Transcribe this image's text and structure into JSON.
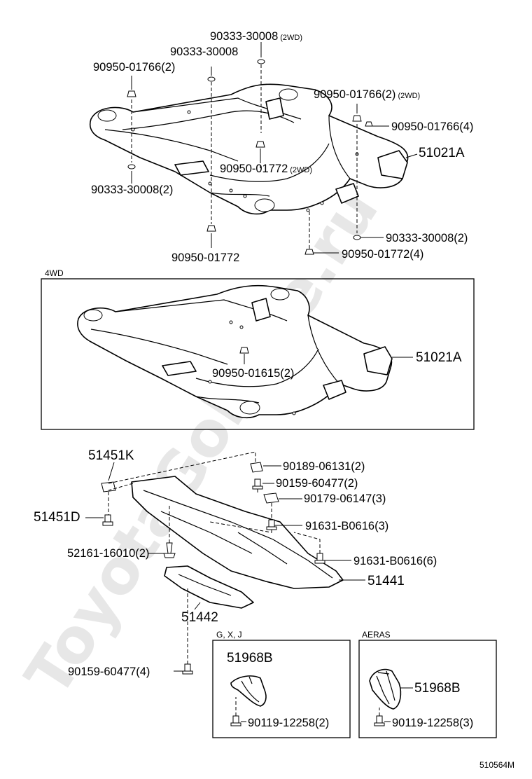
{
  "watermark": "ToyotaGoMine.ru",
  "top_section": {
    "labels": {
      "l1": {
        "part": "90333-30008",
        "note": "(2WD)"
      },
      "l2": {
        "part": "90333-30008",
        "note": ""
      },
      "l3": {
        "part": "90950-01766(2)",
        "note": ""
      },
      "l4": {
        "part": "90950-01766(2)",
        "note": "(2WD)"
      },
      "l5": {
        "part": "90950-01766(4)",
        "note": ""
      },
      "l6": {
        "part": "51021A",
        "note": ""
      },
      "l7": {
        "part": "90950-01772",
        "note": "(2WD)"
      },
      "l8": {
        "part": "90333-30008(2)",
        "note": ""
      },
      "l9": {
        "part": "90333-30008(2)",
        "note": ""
      },
      "l10": {
        "part": "90950-01772(4)",
        "note": ""
      },
      "l11": {
        "part": "90950-01772",
        "note": ""
      }
    }
  },
  "fwd_section": {
    "title": "4WD",
    "labels": {
      "a1": "51021A",
      "a2": "90950-01615(2)"
    }
  },
  "lower_section": {
    "labels": {
      "b1": "51451K",
      "b2": "51451D",
      "b3": "52161-16010(2)",
      "b4": "90189-06131(2)",
      "b5": "90159-60477(2)",
      "b6": "90179-06147(3)",
      "b7": "91631-B0616(3)",
      "b8": "91631-B0616(6)",
      "b9": "51441",
      "b10": "51442",
      "b11": "90159-60477(4)"
    }
  },
  "inset_gxj": {
    "title": "G, X, J",
    "part": "51968B",
    "fastener": "90119-12258(2)"
  },
  "inset_aeras": {
    "title": "AERAS",
    "part": "51968B",
    "fastener": "90119-12258(3)"
  },
  "diagram_code": "510564M"
}
